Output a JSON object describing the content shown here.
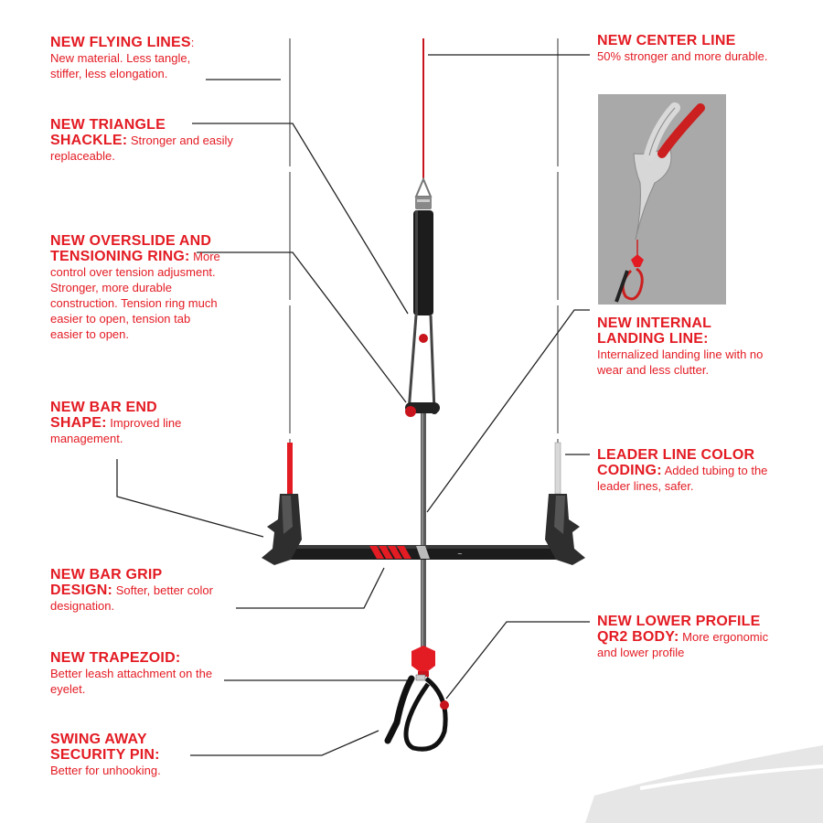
{
  "colors": {
    "accent_red": "#e31b23",
    "line_gray": "#4a4a4a",
    "bar_black": "#1c1c1c",
    "panel_gray": "#a9a9a9"
  },
  "callouts": {
    "flying_lines": {
      "title": "NEW FLYING LINES",
      "title_suffix": ":",
      "desc": "New material. Less tangle, stiffer, less elongation."
    },
    "triangle_shackle": {
      "title": "NEW TRIANGLE SHACKLE:",
      "desc": "Stronger and easily replaceable."
    },
    "overslide": {
      "title": "NEW OVERSLIDE AND TENSIONING RING:",
      "desc": "More control over tension adjusment. Stronger, more durable construction. Tension ring much easier to open, tension tab easier to open."
    },
    "bar_end": {
      "title": "NEW BAR END SHAPE:",
      "desc": "Improved line management."
    },
    "bar_grip": {
      "title": "NEW BAR GRIP DESIGN:",
      "desc": "Softer, better color designation."
    },
    "trapezoid": {
      "title": "NEW TRAPEZOID:",
      "desc": "Better leash attachment on the eyelet."
    },
    "security_pin": {
      "title": "SWING AWAY SECURITY PIN:",
      "desc": "Better for unhooking."
    },
    "center_line": {
      "title": "NEW CENTER LINE",
      "desc": "50% stronger and more durable."
    },
    "landing_line": {
      "title": "NEW INTERNAL LANDING LINE:",
      "desc": "Internalized landing line with no wear and less clutter."
    },
    "leader_line": {
      "title": "LEADER LINE COLOR CODING:",
      "desc": "Added tubing to the leader lines, safer."
    },
    "qr2_body": {
      "title": "NEW LOWER PROFILE QR2 BODY:",
      "desc": "More ergonomic and lower profile"
    }
  }
}
